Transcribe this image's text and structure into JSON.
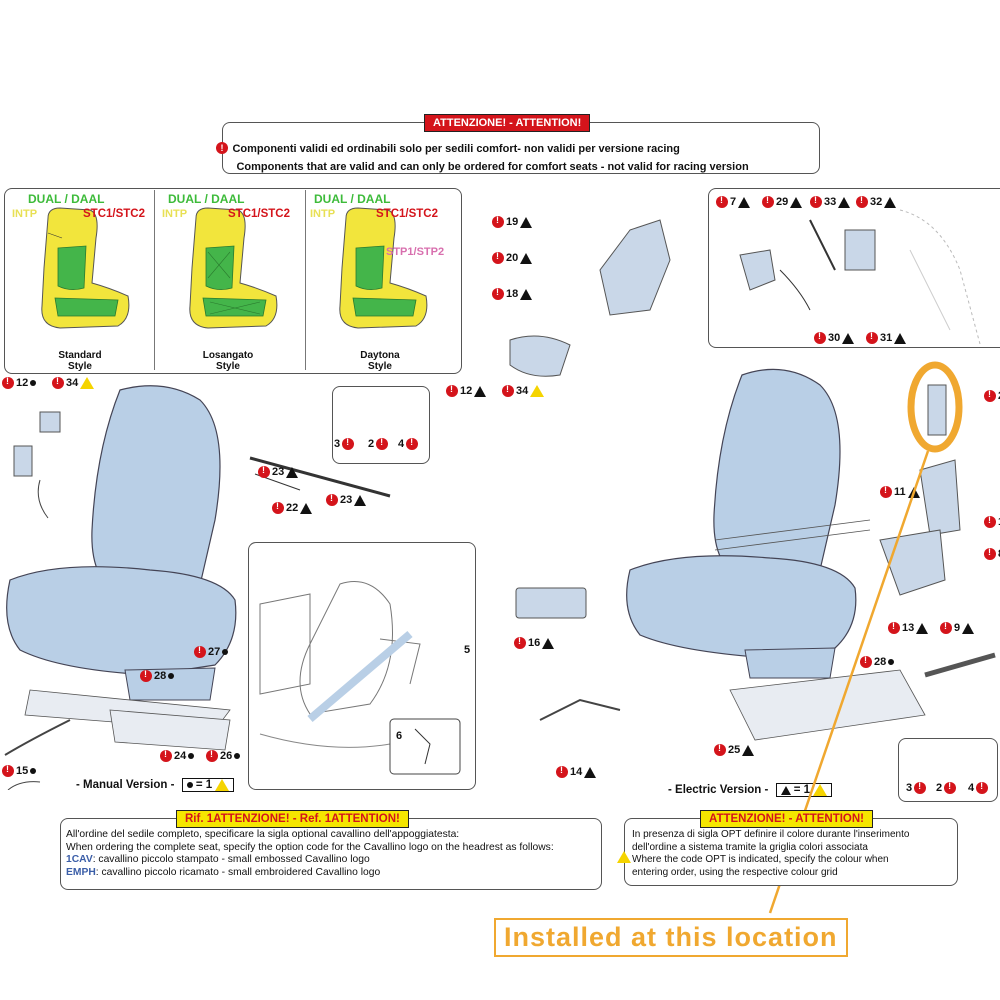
{
  "attention_top": {
    "header": "ATTENZIONE! - ATTENTION!",
    "line_it": "Componenti validi ed ordinabili solo per sedili comfort- non validi per versione racing",
    "line_en": "Components that are valid and can only be ordered for comfort seats - not valid for racing version"
  },
  "styles": [
    {
      "name": "Standard Style",
      "tags": [
        "DUAL / DAAL",
        "INTP",
        "STC1/STC2"
      ]
    },
    {
      "name": "Losangato Style",
      "tags": [
        "DUAL / DAAL",
        "INTP",
        "STC1/STC2"
      ]
    },
    {
      "name": "Daytona Style",
      "tags": [
        "DUAL / DAAL",
        "INTP",
        "STC1/STC2",
        "STP1/STP2"
      ]
    }
  ],
  "style_labels": {
    "standard_1": "Standard",
    "standard_2": "Style",
    "losangato_1": "Losangato",
    "losangato_2": "Style",
    "daytona_1": "Daytona",
    "daytona_2": "Style",
    "dual": "DUAL / DAAL",
    "intp": "INTP",
    "stc": "STC1/STC2",
    "stp": "STP1/STP2"
  },
  "callouts": {
    "n12": "12",
    "n34": "34",
    "n3": "3",
    "n2": "2",
    "n4": "4",
    "n23a": "23",
    "n23b": "23",
    "n22": "22",
    "n27": "27",
    "n28": "28",
    "n24": "24",
    "n26": "26",
    "n15": "15",
    "n5": "5",
    "n6": "6",
    "n19": "19",
    "n20": "20",
    "n18": "18",
    "n12r": "12",
    "n34r": "34",
    "n16": "16",
    "n14": "14",
    "n7": "7",
    "n29": "29",
    "n33": "33",
    "n32": "32",
    "n30": "30",
    "n31": "31",
    "n11": "11",
    "n13": "13",
    "n9": "9",
    "n28r": "28",
    "n25": "25",
    "n3r": "3",
    "n2r": "2",
    "n4r": "4",
    "n21": "2",
    "n1": "1",
    "n8": "8"
  },
  "versions": {
    "manual_label": "- Manual Version -",
    "manual_eq": "= 1",
    "electric_label": "- Electric Version -",
    "electric_eq": "= 1"
  },
  "ref_note": {
    "header": "Rif. 1ATTENZIONE! - Ref. 1ATTENTION!",
    "line1": "All'ordine del sedile completo, specificare la sigla optional cavallino dell'appoggiatesta:",
    "line2": "When ordering the complete seat, specify the option code for the Cavallino logo on the headrest as follows:",
    "code1": "1CAV",
    "desc1": ": cavallino piccolo stampato - small embossed Cavallino logo",
    "code2": "EMPH",
    "desc2": ": cavallino piccolo ricamato - small embroidered Cavallino logo"
  },
  "right_note": {
    "header": "ATTENZIONE! - ATTENTION!",
    "line1": "In presenza di sigla OPT definire il colore durante l'inserimento",
    "line2": "dell'ordine a sistema tramite la griglia colori associata",
    "line3": "Where the code OPT is indicated, specify the colour when",
    "line4": "entering order, using the respective colour grid"
  },
  "installed_label": "Installed at this location",
  "colors": {
    "accent_red": "#d4141b",
    "warning_yellow": "#f5e600",
    "highlight_orange": "#f0a830",
    "seat_blue": "#b9cfe6"
  }
}
